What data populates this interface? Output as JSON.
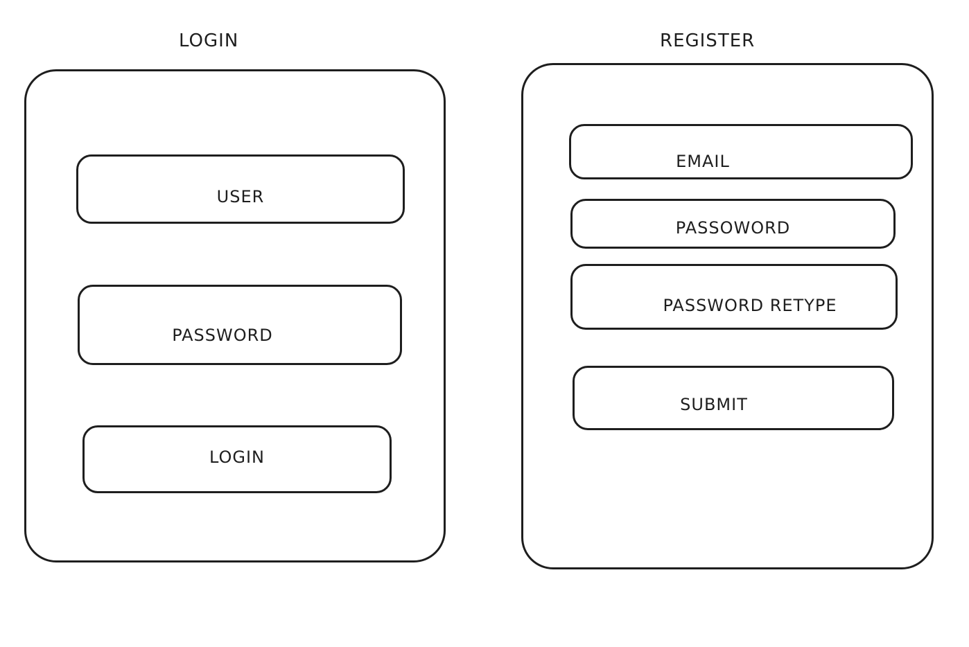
{
  "login": {
    "title": "LOGIN",
    "user_field": "USER",
    "password_field": "PASSWORD",
    "login_button": "LOGIN"
  },
  "register": {
    "title": "REGISTER",
    "email_field": "EMAIL",
    "password_field": "PASSOWORD",
    "password_retype_field": "PASSWORD RETYPE",
    "submit_button": "SUBMIT"
  }
}
